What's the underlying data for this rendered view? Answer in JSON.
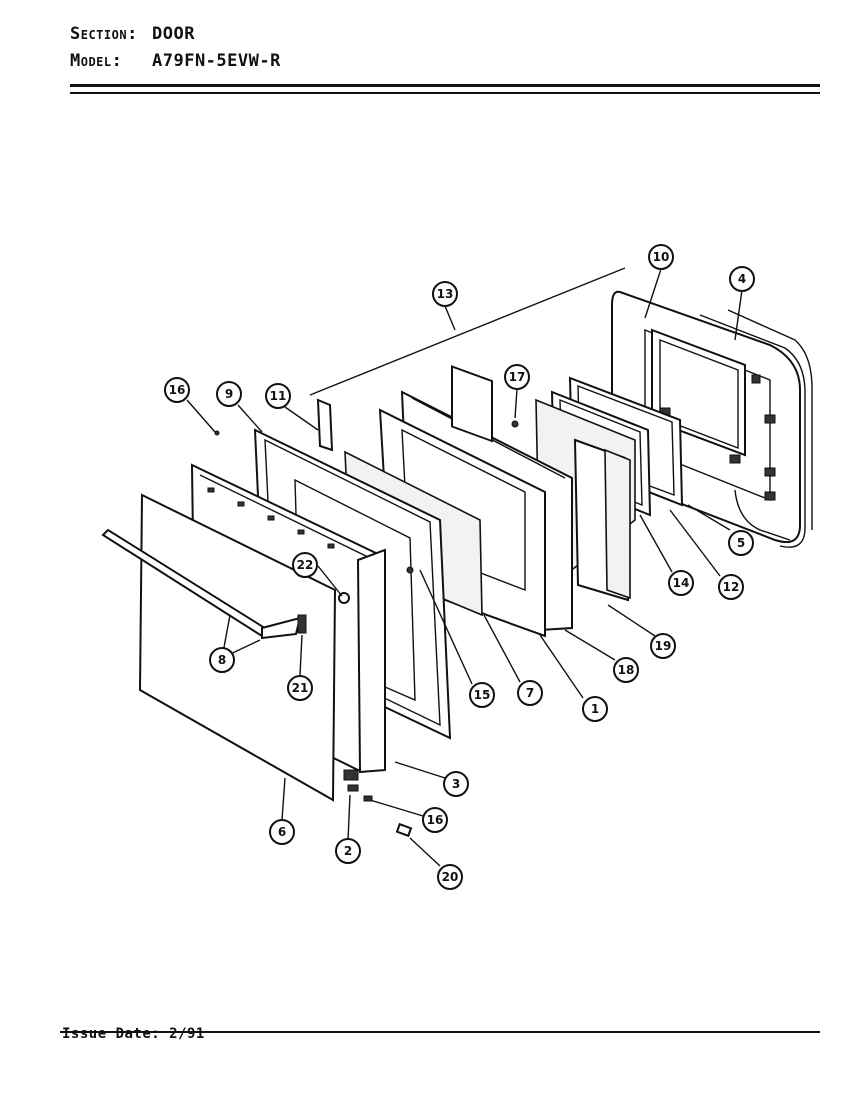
{
  "header": {
    "section_label": "Section:",
    "section_value": "DOOR",
    "model_label": "Model:",
    "model_value": "A79FN-5EVW-R"
  },
  "footer": {
    "issue_date": "Issue Date: 2/91"
  },
  "callouts": [
    "1",
    "2",
    "3",
    "4",
    "5",
    "6",
    "7",
    "8",
    "9",
    "10",
    "11",
    "12",
    "13",
    "14",
    "15",
    "16",
    "17",
    "18",
    "19",
    "20",
    "21",
    "22"
  ]
}
